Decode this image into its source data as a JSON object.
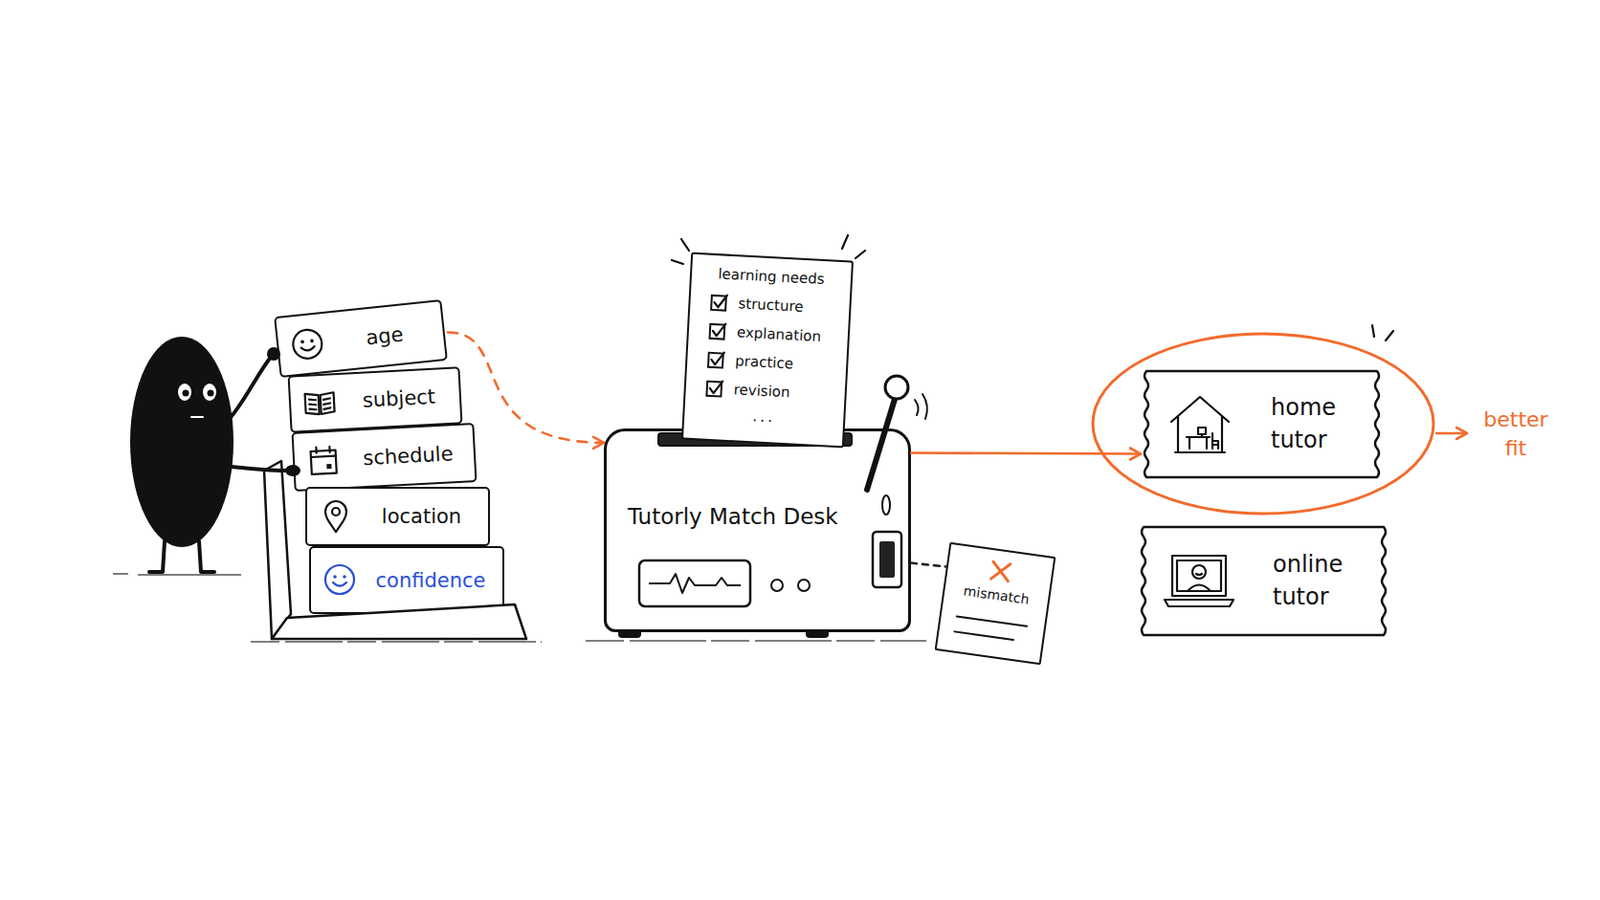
{
  "diagram": {
    "nodes": [
      {
        "text": [
          "age"
        ]
      },
      {
        "text": [
          "subject"
        ]
      },
      {
        "text": [
          "schedule"
        ]
      },
      {
        "text": [
          "location"
        ]
      },
      {
        "text": [
          "confidence"
        ]
      },
      {
        "text": [
          "learning needs",
          "structure",
          "explanation",
          "practice",
          "revision",
          "..."
        ]
      },
      {
        "text": [
          "Tutorly Match Desk"
        ]
      },
      {
        "text": [
          "mismatch"
        ]
      },
      {
        "text": [
          "home tutor"
        ]
      },
      {
        "text": [
          "online tutor"
        ]
      }
    ],
    "edges": [
      {
        "from": 0,
        "to": 6,
        "arrow": "to"
      },
      {
        "from": 6,
        "to": 8,
        "arrow": "to"
      },
      {
        "from": 6,
        "to": 7,
        "arrow": "none"
      }
    ],
    "labels": [
      "better fit"
    ]
  }
}
